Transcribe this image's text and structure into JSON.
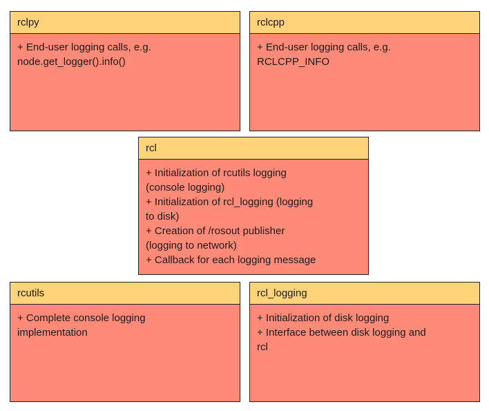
{
  "boxes": {
    "rclpy": {
      "title": "rclpy",
      "lines": [
        "+ End-user logging calls, e.g.",
        "node.get_logger().info()"
      ]
    },
    "rclcpp": {
      "title": "rclcpp",
      "lines": [
        "+ End-user logging calls, e.g.",
        "RCLCPP_INFO"
      ]
    },
    "rcl": {
      "title": "rcl",
      "lines": [
        "+ Initialization of rcutils logging",
        "(console logging)",
        "+ Initialization of rcl_logging (logging",
        "to disk)",
        "+ Creation of /rosout publisher",
        "(logging to network)",
        "+ Callback for each logging message"
      ]
    },
    "rcutils": {
      "title": "rcutils",
      "lines": [
        "+ Complete console logging",
        "implementation"
      ]
    },
    "rcl_logging": {
      "title": "rcl_logging",
      "lines": [
        "+ Initialization of disk logging",
        "+ Interface between disk logging and",
        "rcl"
      ]
    }
  },
  "colors": {
    "header": "#ffd37a",
    "body": "#ff8a78",
    "border": "#222222"
  }
}
